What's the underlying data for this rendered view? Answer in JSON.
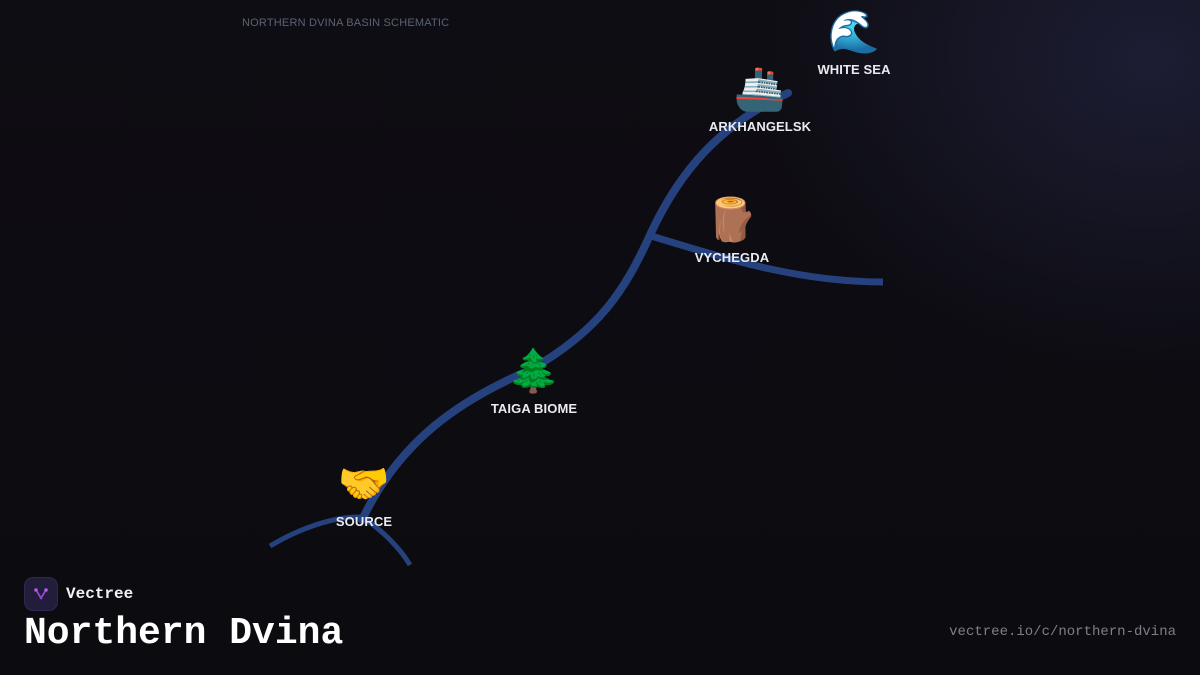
{
  "diagram": {
    "title": "NORTHERN DVINA BASIN SCHEMATIC",
    "colors": {
      "river": "#26427e",
      "label": "#e9ebf0",
      "background": "#0d0c11"
    },
    "nodes": [
      {
        "id": "white-sea",
        "label": "WHITE SEA",
        "icon": "wave-icon",
        "glyph": "🌊"
      },
      {
        "id": "arkhangelsk",
        "label": "ARKHANGELSK",
        "icon": "ship-icon",
        "glyph": "🚢"
      },
      {
        "id": "vychegda",
        "label": "VYCHEGDA",
        "icon": "log-icon",
        "glyph": "🪵"
      },
      {
        "id": "taiga-biome",
        "label": "TAIGA BIOME",
        "icon": "evergreen-tree-icon",
        "glyph": "🌲"
      },
      {
        "id": "source",
        "label": "SOURCE",
        "icon": "handshake-icon",
        "glyph": "🤝"
      }
    ]
  },
  "footer": {
    "brand": "Vectree",
    "title": "Northern Dvina",
    "url": "vectree.io/c/northern-dvina"
  }
}
